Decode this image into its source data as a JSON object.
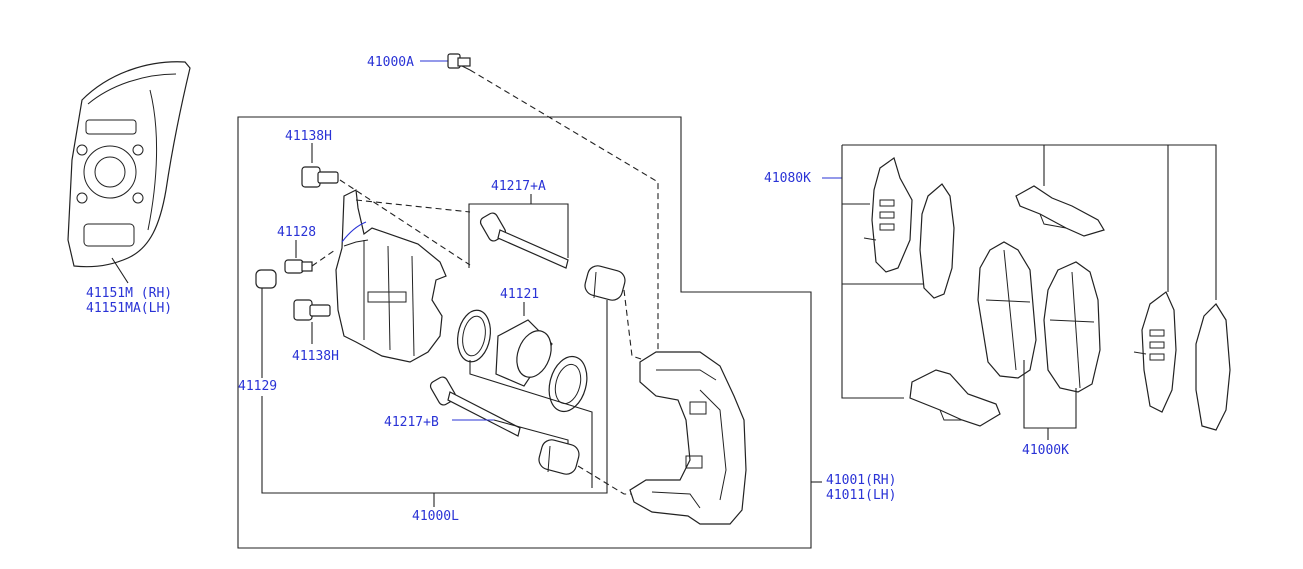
{
  "labels": {
    "bolt_top": "41000A",
    "bolt_guide_upper": "41138H",
    "bolt_guide_lower": "41138H",
    "pin_boot": "41128",
    "bleeder_cap": "41129",
    "slide_pin_a": "41217+A",
    "slide_pin_b": "41217+B",
    "piston_kit": "41121",
    "caliper_assy_rh": "41001(RH)",
    "caliper_assy_lh": "41011(LH)",
    "caliper_kit": "41000L",
    "shield_rh": "41151M  (RH)",
    "shield_lh": "41151MA(LH)",
    "hardware_kit": "41080K",
    "pad_kit": "41000K"
  }
}
